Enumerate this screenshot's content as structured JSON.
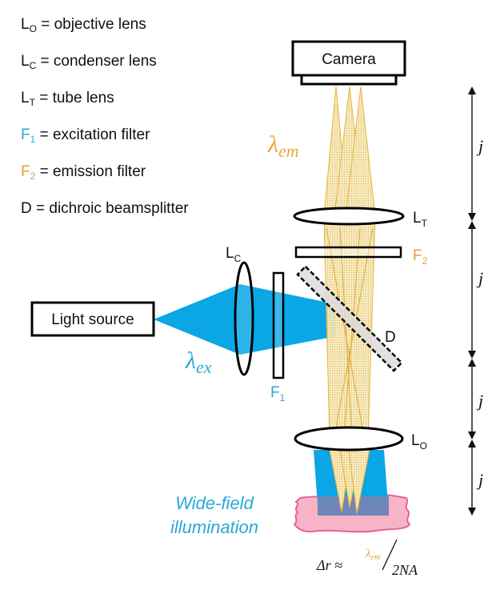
{
  "legend": [
    {
      "symbol": "L",
      "sub": "O",
      "text": " = objective lens",
      "color": "#111111"
    },
    {
      "symbol": "L",
      "sub": "C",
      "text": " = condenser lens",
      "color": "#111111"
    },
    {
      "symbol": "L",
      "sub": "T",
      "text": " = tube lens",
      "color": "#111111"
    },
    {
      "symbol": "F",
      "sub": "1",
      "text": " = excitation filter",
      "color": "#29a8d8"
    },
    {
      "symbol": "F",
      "sub": "2",
      "text": " = emission filter",
      "color": "#e0a040"
    },
    {
      "symbol": "D",
      "sub": "",
      "text": " = dichroic beamsplitter",
      "color": "#111111"
    }
  ],
  "components": {
    "camera": "Camera",
    "light_source": "Light source",
    "tube_lens": {
      "symbol": "L",
      "sub": "T"
    },
    "condenser_lens": {
      "symbol": "L",
      "sub": "C"
    },
    "objective_lens": {
      "symbol": "L",
      "sub": "O"
    },
    "excitation_filter": {
      "symbol": "F",
      "sub": "1"
    },
    "emission_filter": {
      "symbol": "F",
      "sub": "2"
    },
    "dichroic": "D"
  },
  "wavelengths": {
    "emission": {
      "symbol": "λ",
      "sub": "em"
    },
    "excitation": {
      "symbol": "λ",
      "sub": "ex"
    }
  },
  "illumination_label": [
    "Wide-field",
    "illumination"
  ],
  "distance_label": "j",
  "formula": {
    "lhs": "Δr ≈",
    "numerator": "λ",
    "numerator_sub": "em",
    "denominator": "2NA"
  },
  "colors": {
    "excitation": "#0aa6e6",
    "emission": "#e8b030",
    "emission_fill": "#f6e4a8",
    "sample": "#f7b4c6",
    "sample_edge": "#e8609a",
    "overlap": "#6f86b8",
    "text_blue": "#29a8d8",
    "text_orange": "#e0a040"
  }
}
